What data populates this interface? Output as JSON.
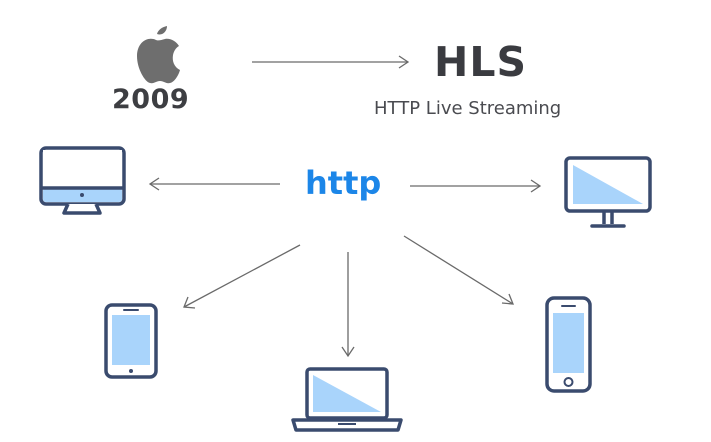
{
  "apple": {
    "year": "2009",
    "logo_icon": "apple-logo-icon"
  },
  "protocol": {
    "name": "HLS",
    "full_name": "HTTP Live Streaming"
  },
  "transport": {
    "label": "http"
  },
  "devices": [
    {
      "name": "desktop-monitor-icon"
    },
    {
      "name": "tv-icon"
    },
    {
      "name": "tablet-icon"
    },
    {
      "name": "laptop-icon"
    },
    {
      "name": "smartphone-icon"
    }
  ],
  "colors": {
    "outline": "#3a4b6e",
    "screen_fill": "#a9d4fb",
    "accent": "#1c86e8",
    "text": "#3a3b40",
    "logo": "#6e6e6e",
    "arrow": "#6a6a6a"
  }
}
